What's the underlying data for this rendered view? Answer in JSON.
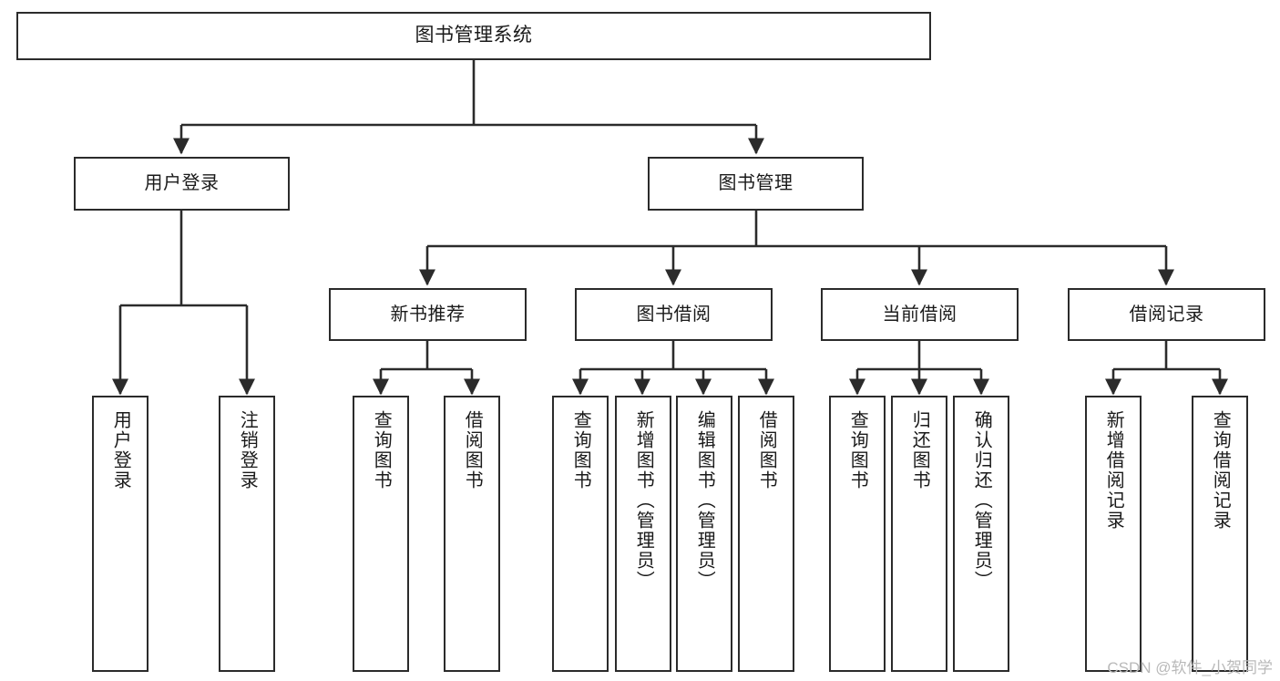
{
  "diagram": {
    "type": "tree",
    "title": "图书管理系统",
    "orientation": "top-down",
    "colors": {
      "box_stroke": "#2b2b2b",
      "box_fill": "#ffffff",
      "edge_stroke": "#2b2b2b",
      "text": "#1a1a1a",
      "watermark": "#b9b9b9",
      "background": "#ffffff"
    },
    "nodes": {
      "root": {
        "label": "图书管理系统",
        "level": 1
      },
      "user_login": {
        "label": "用户登录",
        "level": 2
      },
      "book_manage": {
        "label": "图书管理",
        "level": 2
      },
      "new_book_rec": {
        "label": "新书推荐",
        "level": 3
      },
      "book_borrow": {
        "label": "图书借阅",
        "level": 3
      },
      "current_borrow": {
        "label": "当前借阅",
        "level": 3
      },
      "borrow_record": {
        "label": "借阅记录",
        "level": 3
      },
      "leaf_user_login": {
        "label": "用户登录",
        "level": 4
      },
      "leaf_logout": {
        "label": "注销登录",
        "level": 4
      },
      "leaf_query_book_a": {
        "label": "查询图书",
        "level": 4
      },
      "leaf_borrow_book_a": {
        "label": "借阅图书",
        "level": 4
      },
      "leaf_query_book_b": {
        "label": "查询图书",
        "level": 4
      },
      "leaf_add_book": {
        "label": "新增图书（管理员）",
        "level": 4
      },
      "leaf_edit_book": {
        "label": "编辑图书（管理员）",
        "level": 4
      },
      "leaf_borrow_book_b": {
        "label": "借阅图书",
        "level": 4
      },
      "leaf_query_book_c": {
        "label": "查询图书",
        "level": 4
      },
      "leaf_return_book": {
        "label": "归还图书",
        "level": 4
      },
      "leaf_confirm_return": {
        "label": "确认归还（管理员）",
        "level": 4
      },
      "leaf_add_record": {
        "label": "新增借阅记录",
        "level": 4
      },
      "leaf_query_record": {
        "label": "查询借阅记录",
        "level": 4
      }
    },
    "edges": [
      {
        "from": "root",
        "to": "user_login"
      },
      {
        "from": "root",
        "to": "book_manage"
      },
      {
        "from": "book_manage",
        "to": "new_book_rec"
      },
      {
        "from": "book_manage",
        "to": "book_borrow"
      },
      {
        "from": "book_manage",
        "to": "current_borrow"
      },
      {
        "from": "book_manage",
        "to": "borrow_record"
      },
      {
        "from": "user_login",
        "to": "leaf_user_login"
      },
      {
        "from": "user_login",
        "to": "leaf_logout"
      },
      {
        "from": "new_book_rec",
        "to": "leaf_query_book_a"
      },
      {
        "from": "new_book_rec",
        "to": "leaf_borrow_book_a"
      },
      {
        "from": "book_borrow",
        "to": "leaf_query_book_b"
      },
      {
        "from": "book_borrow",
        "to": "leaf_add_book"
      },
      {
        "from": "book_borrow",
        "to": "leaf_edit_book"
      },
      {
        "from": "book_borrow",
        "to": "leaf_borrow_book_b"
      },
      {
        "from": "current_borrow",
        "to": "leaf_query_book_c"
      },
      {
        "from": "current_borrow",
        "to": "leaf_return_book"
      },
      {
        "from": "current_borrow",
        "to": "leaf_confirm_return"
      },
      {
        "from": "borrow_record",
        "to": "leaf_add_record"
      },
      {
        "from": "borrow_record",
        "to": "leaf_query_record"
      }
    ]
  },
  "watermark": {
    "text": "CSDN @软件_小贺同学"
  }
}
